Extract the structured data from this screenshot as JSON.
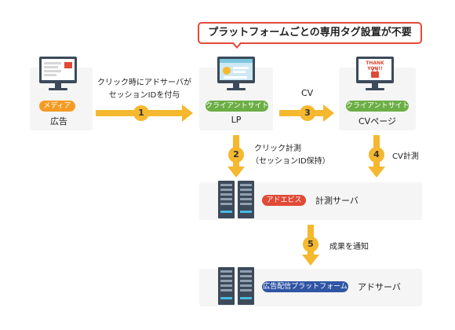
{
  "callout": {
    "text": "プラットフォームごとの専用タグ設置が不要"
  },
  "nodes": {
    "media": {
      "tag": "メディア",
      "label": "広告"
    },
    "lp": {
      "tag": "クライアントサイト",
      "label": "LP"
    },
    "cv": {
      "tag": "クライアントサイト",
      "label": "CVページ",
      "screen_text": "THANK YOU!!"
    },
    "measure_server": {
      "tag": "アドエビス",
      "label": "計測サーバ"
    },
    "ad_server": {
      "tag": "広告配信プラットフォーム",
      "label": "アドサーバ"
    }
  },
  "steps": [
    {
      "num": "1",
      "label_line1": "クリック時にアドサーバが",
      "label_line2": "セッションIDを付与"
    },
    {
      "num": "2",
      "label_line1": "クリック計測",
      "label_line2": "（セッションID保持）"
    },
    {
      "num": "3",
      "label_line1": "CV",
      "label_line2": ""
    },
    {
      "num": "4",
      "label_line1": "CV計測",
      "label_line2": ""
    },
    {
      "num": "5",
      "label_line1": "成果を通知",
      "label_line2": ""
    }
  ],
  "colors": {
    "arrow": "#f5b82e",
    "badge": "#f5b82e",
    "media_tag": "#f39c25",
    "client_tag": "#6cae45",
    "adebis_tag": "#e04a36",
    "platform_tag": "#2f55a4",
    "callout_border": "#e24a3a",
    "box_bg": "#f5f5f5"
  }
}
